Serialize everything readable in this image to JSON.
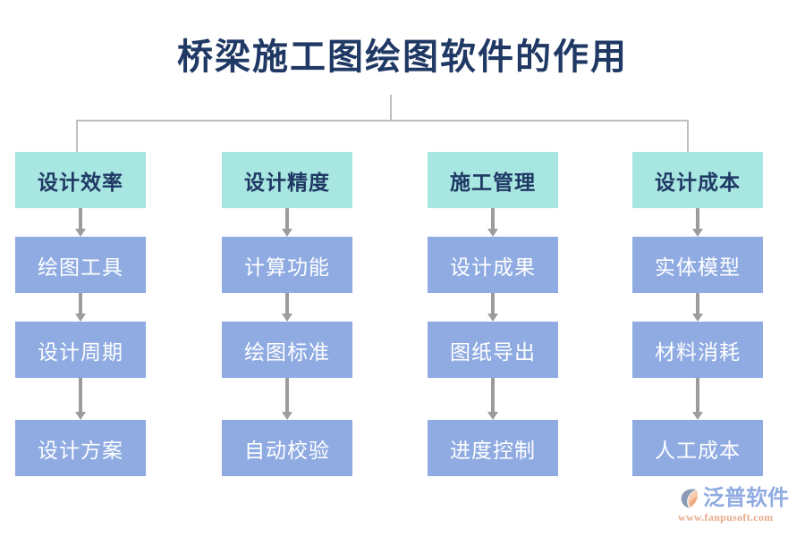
{
  "page": {
    "title": "桥梁施工图绘图软件的作用",
    "background_color": "#ffffff"
  },
  "colors": {
    "title_text": "#1f3864",
    "header_box_fill": "#a8e6e1",
    "header_box_text": "#1f3864",
    "body_box_fill": "#8fabe2",
    "body_box_text": "#ffffff",
    "connector_line": "#bfbfbf",
    "arrow": "#9c9c9c",
    "logo_text": "#8fabe2",
    "logo_url": "#e8a98a",
    "logo_mark_arc": "#8a9bb5",
    "logo_mark_swoosh": "#f0a880"
  },
  "diagram": {
    "type": "tree-flowchart",
    "root_label": "桥梁施工图绘图软件的作用",
    "columns": [
      {
        "header": "设计效率",
        "items": [
          "绘图工具",
          "设计周期",
          "设计方案"
        ]
      },
      {
        "header": "设计精度",
        "items": [
          "计算功能",
          "绘图标准",
          "自动校验"
        ]
      },
      {
        "header": "施工管理",
        "items": [
          "设计成果",
          "图纸导出",
          "进度控制"
        ]
      },
      {
        "header": "设计成本",
        "items": [
          "实体模型",
          "材料消耗",
          "人工成本"
        ]
      }
    ]
  },
  "logo": {
    "name": "泛普软件",
    "url": "www.fanpusoft.com"
  }
}
